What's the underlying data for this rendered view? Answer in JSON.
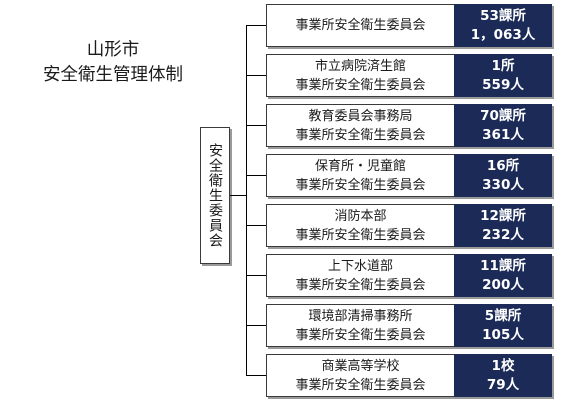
{
  "title": {
    "line1": "山形市",
    "line2": "安全衛生管理体制"
  },
  "central_committee": "安全衛生委員会",
  "colors": {
    "stat_background": "#1b2a57",
    "stat_text": "#ffffff",
    "border": "#3a3a3a",
    "shadow": "#9a9a9a"
  },
  "units": [
    {
      "name_line1": "事業所安全衛生委員会",
      "name_line2": "",
      "count": "53課所",
      "people": "1，063人"
    },
    {
      "name_line1": "市立病院済生館",
      "name_line2": "事業所安全衛生委員会",
      "count": "1所",
      "people": "559人"
    },
    {
      "name_line1": "教育委員会事務局",
      "name_line2": "事業所安全衛生委員会",
      "count": "70課所",
      "people": "361人"
    },
    {
      "name_line1": "保育所・児童館",
      "name_line2": "事業所安全衛生委員会",
      "count": "16所",
      "people": "330人"
    },
    {
      "name_line1": "消防本部",
      "name_line2": "事業所安全衛生委員会",
      "count": "12課所",
      "people": "232人"
    },
    {
      "name_line1": "上下水道部",
      "name_line2": "事業所安全衛生委員会",
      "count": "11課所",
      "people": "200人"
    },
    {
      "name_line1": "環境部清掃事務所",
      "name_line2": "事業所安全衛生委員会",
      "count": "5課所",
      "people": "105人"
    },
    {
      "name_line1": "商業高等学校",
      "name_line2": "事業所安全衛生委員会",
      "count": "1校",
      "people": "79人"
    }
  ]
}
